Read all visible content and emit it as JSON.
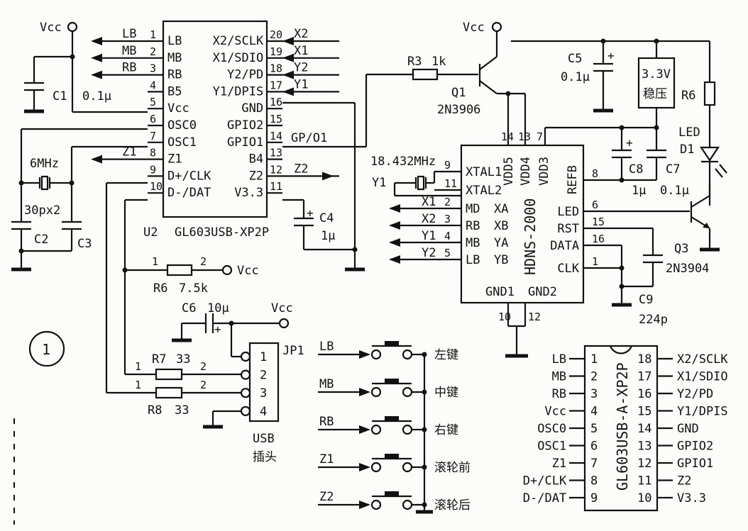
{
  "figure_number": "1",
  "u2": {
    "ref": "U2",
    "part": "GL603USB-XP2P",
    "left_pins": [
      {
        "num": "1",
        "name": "LB",
        "net": "LB"
      },
      {
        "num": "2",
        "name": "MB",
        "net": "MB"
      },
      {
        "num": "3",
        "name": "RB",
        "net": "RB"
      },
      {
        "num": "4",
        "name": "B5",
        "net": ""
      },
      {
        "num": "5",
        "name": "Vcc",
        "net": ""
      },
      {
        "num": "6",
        "name": "OSC0",
        "net": ""
      },
      {
        "num": "7",
        "name": "OSC1",
        "net": ""
      },
      {
        "num": "8",
        "name": "Z1",
        "net": "Z1"
      },
      {
        "num": "9",
        "name": "D+/CLK",
        "net": ""
      },
      {
        "num": "10",
        "name": "D-/DAT",
        "net": ""
      }
    ],
    "right_pins": [
      {
        "num": "20",
        "name": "X2/SCLK",
        "net": "X2"
      },
      {
        "num": "19",
        "name": "X1/SDIO",
        "net": "X1"
      },
      {
        "num": "18",
        "name": "Y2/PD",
        "net": "Y2"
      },
      {
        "num": "17",
        "name": "Y1/DPIS",
        "net": "Y1"
      },
      {
        "num": "16",
        "name": "GND",
        "net": ""
      },
      {
        "num": "15",
        "name": "GPIO2",
        "net": ""
      },
      {
        "num": "14",
        "name": "GPIO1",
        "net": "GP/O1"
      },
      {
        "num": "13",
        "name": "B4",
        "net": ""
      },
      {
        "num": "12",
        "name": "Z2",
        "net": "Z2"
      },
      {
        "num": "11",
        "name": "V3.3",
        "net": ""
      }
    ]
  },
  "hdns": {
    "part": "HDNS-2000",
    "left_pins": [
      {
        "num": "9",
        "name": "XTAL1",
        "net": ""
      },
      {
        "num": "11",
        "name": "XTAL2",
        "net": ""
      },
      {
        "num": "2",
        "name": "MD",
        "alt": "XA",
        "net": "X1"
      },
      {
        "num": "3",
        "name": "RB",
        "alt": "XB",
        "net": "X2"
      },
      {
        "num": "4",
        "name": "MB",
        "alt": "YA",
        "net": "Y1"
      },
      {
        "num": "5",
        "name": "LB",
        "alt": "YB",
        "net": "Y2"
      }
    ],
    "top_pins": [
      {
        "num": "14",
        "name": "VDD5"
      },
      {
        "num": "13",
        "name": "VDD4"
      },
      {
        "num": "7",
        "name": "VDD3"
      }
    ],
    "right_pins": [
      {
        "num": "8",
        "name": "REFB"
      },
      {
        "num": "6",
        "name": "LED"
      },
      {
        "num": "15",
        "name": "RST"
      },
      {
        "num": "16",
        "name": "DATA"
      },
      {
        "num": "1",
        "name": "CLK"
      }
    ],
    "bottom": {
      "gnd1": "GND1",
      "gnd2": "GND2",
      "pin_a": "10",
      "pin_b": "12"
    }
  },
  "components": {
    "c1": {
      "ref": "C1",
      "value": "0.1μ"
    },
    "c2": {
      "ref": "C2"
    },
    "c3": {
      "ref": "C3"
    },
    "c23_value": "30px2",
    "crystal_x": {
      "value": "6MHz"
    },
    "c4": {
      "ref": "C4",
      "value": "1μ",
      "polarity": "+"
    },
    "r3": {
      "ref": "R3",
      "value": "1k"
    },
    "q1": {
      "ref": "Q1",
      "part": "2N3906"
    },
    "c5": {
      "ref": "C5",
      "value": "0.1μ",
      "polarity": "+"
    },
    "reg": {
      "line1": "3.3V",
      "line2": "稳压"
    },
    "r6_top": {
      "ref": "R6"
    },
    "led": {
      "ref": "D1",
      "label": "LED"
    },
    "c8": {
      "ref": "C8",
      "value": "1μ",
      "polarity": "+"
    },
    "c7": {
      "ref": "C7",
      "value": "0.1μ"
    },
    "y1": {
      "ref": "Y1",
      "value": "18.432MHz"
    },
    "q3": {
      "ref": "Q3",
      "part": "2N3904"
    },
    "c9": {
      "ref": "C9",
      "value": "224p"
    },
    "r6_low": {
      "ref": "R6",
      "value": "7.5k",
      "pin1": "1",
      "pin2": "2"
    },
    "c6": {
      "ref": "C6",
      "value": "10μ",
      "polarity": "+"
    },
    "r7": {
      "ref": "R7",
      "value": "33",
      "pin1": "1",
      "pin2": "2"
    },
    "r8": {
      "ref": "R8",
      "value": "33",
      "pin1": "1",
      "pin2": "2"
    },
    "jp1": {
      "ref": "JP1",
      "pins": [
        "1",
        "2",
        "3",
        "4"
      ],
      "caption1": "USB",
      "caption2": "插头"
    }
  },
  "vcc_label": "Vcc",
  "switches": [
    {
      "net": "LB",
      "label": "左键"
    },
    {
      "net": "MB",
      "label": "中键"
    },
    {
      "net": "RB",
      "label": "右键"
    },
    {
      "net": "Z1",
      "label": "滚轮前"
    },
    {
      "net": "Z2",
      "label": "滚轮后"
    }
  ],
  "pinout": {
    "part": "GL603USB-A-XP2P",
    "left": [
      {
        "num": "1",
        "name": "LB"
      },
      {
        "num": "2",
        "name": "MB"
      },
      {
        "num": "3",
        "name": "RB"
      },
      {
        "num": "4",
        "name": "Vcc"
      },
      {
        "num": "5",
        "name": "OSC0"
      },
      {
        "num": "6",
        "name": "OSC1"
      },
      {
        "num": "7",
        "name": "Z1"
      },
      {
        "num": "8",
        "name": "D+/CLK"
      },
      {
        "num": "9",
        "name": "D-/DAT"
      }
    ],
    "right": [
      {
        "num": "18",
        "name": "X2/SCLK"
      },
      {
        "num": "17",
        "name": "X1/SDIO"
      },
      {
        "num": "16",
        "name": "Y2/PD"
      },
      {
        "num": "15",
        "name": "Y1/DPIS"
      },
      {
        "num": "14",
        "name": "GND"
      },
      {
        "num": "13",
        "name": "GPIO2"
      },
      {
        "num": "12",
        "name": "GPIO1"
      },
      {
        "num": "11",
        "name": "Z2"
      },
      {
        "num": "10",
        "name": "V3.3"
      }
    ]
  }
}
